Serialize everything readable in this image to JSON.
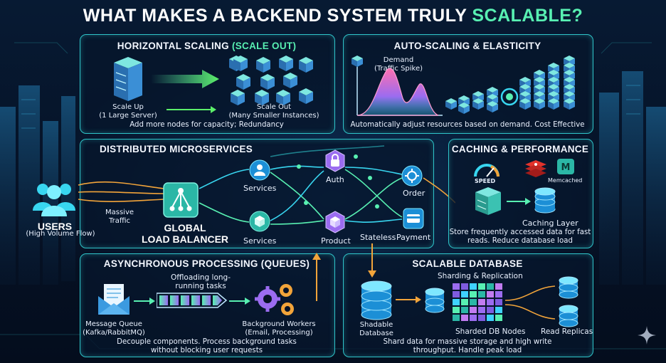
{
  "title": {
    "main": "WHAT MAKES A BACKEND SYSTEM TRULY ",
    "accent": "SCALABLE?"
  },
  "horizontal": {
    "title": "HORIZONTAL SCALING ",
    "title_accent": "(SCALE OUT)",
    "scale_up": "Scale Up",
    "scale_up_sub": "(1 Large Server)",
    "scale_out": "Scale Out",
    "scale_out_sub": "(Many Smaller Instances)",
    "desc": "Add more nodes for capacity; Redundancy"
  },
  "autoscaling": {
    "title": "AUTO-SCALING & ELASTICITY",
    "demand": "Demand",
    "demand_sub": "(Traffic Spike)",
    "desc": "Automatically adjust resources based on demand. Cost Effective"
  },
  "microservices": {
    "title": "DISTRIBUTED MICROSERVICES",
    "users": "USERS",
    "users_sub": "(High Volume Flow)",
    "massive": "Massive",
    "traffic": "Traffic",
    "lb1": "GLOBAL",
    "lb2": "LOAD BALANCER",
    "services_top": "Services",
    "services_bottom": "Services",
    "auth": "Auth",
    "order": "Order",
    "product": "Product",
    "stateless": "Stateless",
    "payment": "Payment"
  },
  "caching": {
    "title": "CACHING & PERFORMANCE",
    "speed": "SPEED",
    "memcached": "Memcached",
    "layer": "Caching Layer",
    "desc1": "Store frequently accessed data for fast",
    "desc2": "reads. Reduce database load"
  },
  "async": {
    "title": "ASYNCHRONOUS PROCESSING (QUEUES)",
    "offload1": "Offloading long-",
    "offload2": "running tasks",
    "mq": "Message Queue",
    "mq_sub": "(Kafka/RabbitMQ)",
    "bw": "Background Workers",
    "bw_sub": "(Email, Processing)",
    "desc1": "Decouple components. Process background tasks",
    "desc2": "without blocking user requests"
  },
  "database": {
    "title": "SCALABLE DATABASE",
    "sharding": "Sharding & Replication",
    "shardable1": "Shadable",
    "shardable2": "Database",
    "nodes": "Sharded DB Nodes",
    "replicas": "Read Replicas",
    "desc1": "Shard data for massive storage and high write",
    "desc2": "throughput. Handle peak load"
  },
  "colors": {
    "accent": "#58f0b2",
    "border": "#2fc4c9",
    "orange": "#f2a43a",
    "cyan": "#38d6f0",
    "purple": "#9b6cf0"
  }
}
